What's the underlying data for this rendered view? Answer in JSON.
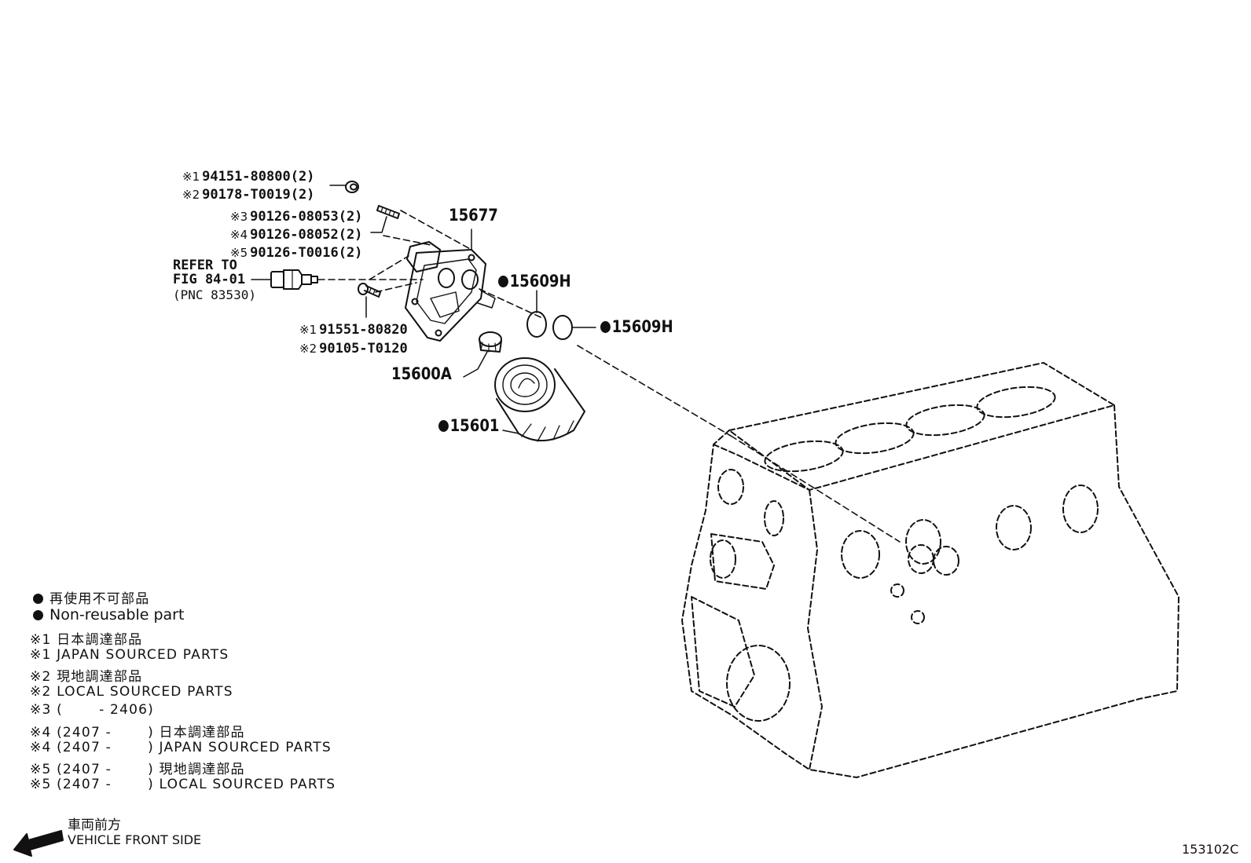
{
  "callouts": {
    "nut_a": {
      "mark": "※1",
      "part": "94151-80800(2)"
    },
    "nut_b": {
      "mark": "※2",
      "part": "90178-T0019(2)"
    },
    "stud_a": {
      "mark": "※3",
      "part": "90126-08053(2)"
    },
    "stud_b": {
      "mark": "※4",
      "part": "90126-08052(2)"
    },
    "stud_c": {
      "mark": "※5",
      "part": "90126-T0016(2)"
    },
    "bracket": {
      "part": "15677"
    },
    "refer_line1": "REFER TO",
    "refer_line2": "FIG 84-01",
    "refer_line3": "(PNC 83530)",
    "oring_top": {
      "part": "15609H"
    },
    "oring_right": {
      "part": "15609H"
    },
    "bolt_a": {
      "mark": "※1",
      "part": "91551-80820"
    },
    "bolt_b": {
      "mark": "※2",
      "part": "90105-T0120"
    },
    "union": {
      "part": "15600A"
    },
    "filter": {
      "part": "15601"
    }
  },
  "legend": [
    {
      "dot": true,
      "text": "再使用不可部品"
    },
    {
      "dot": true,
      "text": "Non-reusable part"
    },
    {
      "dot": false,
      "text": "※1 日本調達部品"
    },
    {
      "dot": false,
      "text": "※1 JAPAN SOURCED PARTS"
    },
    {
      "dot": false,
      "text": "※2 現地調達部品"
    },
    {
      "dot": false,
      "text": "※2 LOCAL SOURCED PARTS"
    },
    {
      "dot": false,
      "text": "※3 (       - 2406)"
    },
    {
      "dot": false,
      "text": "※4 (2407 -       ) 日本調達部品"
    },
    {
      "dot": false,
      "text": "※4 (2407 -       ) JAPAN SOURCED PARTS"
    },
    {
      "dot": false,
      "text": "※5 (2407 -       ) 現地調達部品"
    },
    {
      "dot": false,
      "text": "※5 (2407 -       ) LOCAL SOURCED PARTS"
    }
  ],
  "front_jp": "車両前方",
  "front_en": "VEHICLE FRONT SIDE",
  "figure_id": "153102C",
  "colors": {
    "ink": "#111111",
    "background": "#ffffff"
  }
}
